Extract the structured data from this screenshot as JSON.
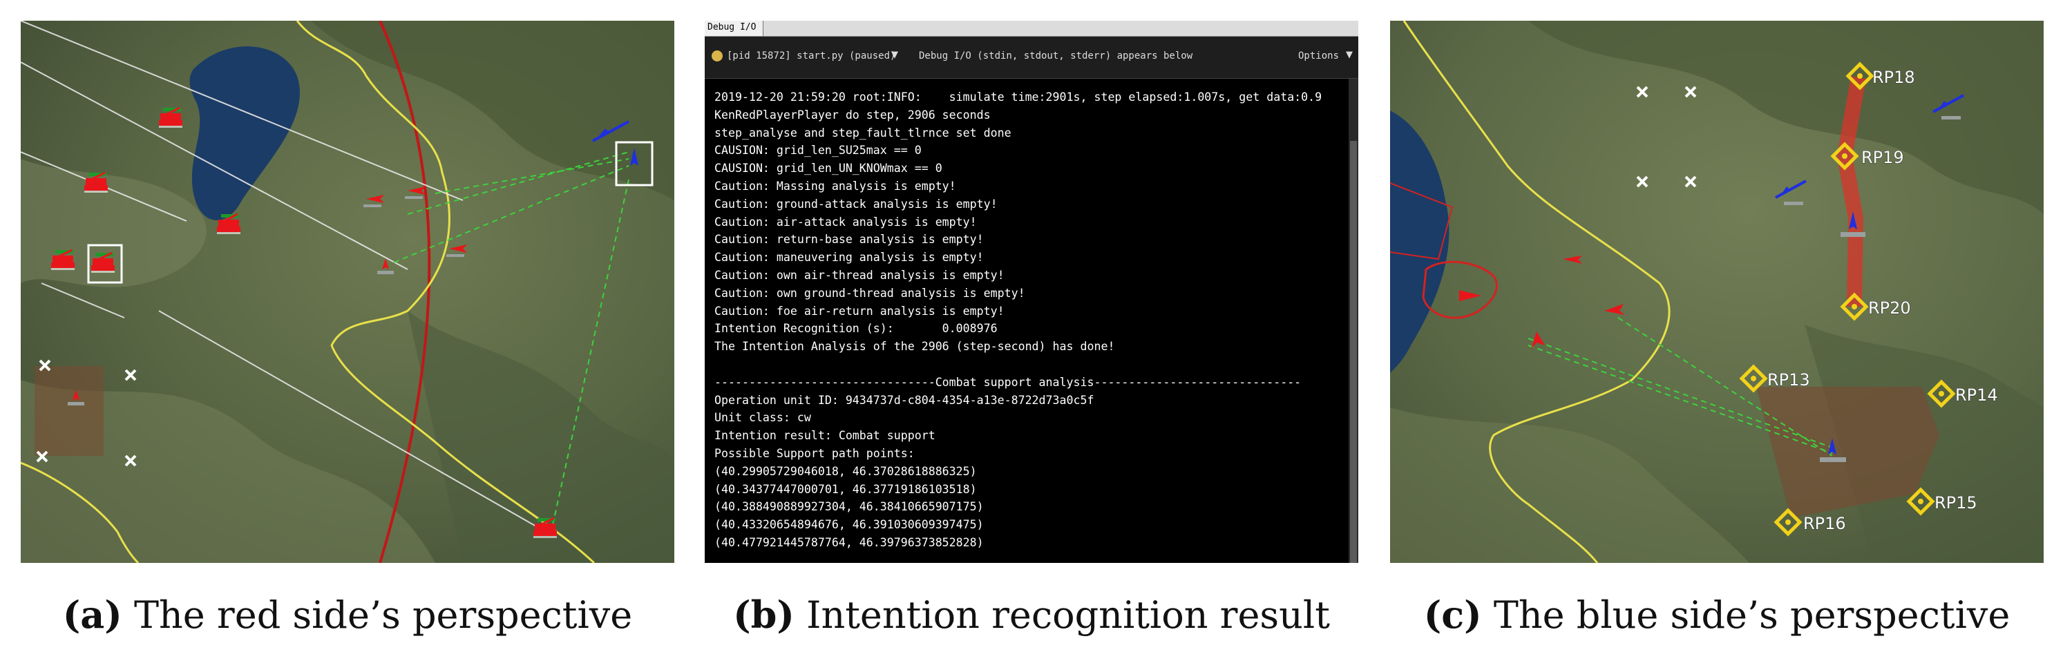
{
  "captions": [
    {
      "letter": "(a)",
      "text": "The red side’s perspective"
    },
    {
      "letter": "(b)",
      "text": "Intention recognition result"
    },
    {
      "letter": "(c)",
      "text": "The blue side’s perspective"
    }
  ],
  "debug_console": {
    "title": "Debug I/O",
    "process": "[pid 15872] start.py (paused)",
    "description": "Debug I/O (stdin, stdout, stderr) appears below",
    "options_label": "Options",
    "lines": [
      "2019-12-20 21:59:20 root:INFO:    simulate time:2901s, step elapsed:1.007s, get data:0.9",
      "KenRedPlayerPlayer do step, 2906 seconds",
      "step_analyse and step_fault_tlrnce set done",
      "CAUSION: grid_len_SU25max == 0",
      "CAUSION: grid_len_UN_KNOWmax == 0",
      "Caution: Massing analysis is empty!",
      "Caution: ground-attack analysis is empty!",
      "Caution: air-attack analysis is empty!",
      "Caution: return-base analysis is empty!",
      "Caution: maneuvering analysis is empty!",
      "Caution: own air-thread analysis is empty!",
      "Caution: own ground-thread analysis is empty!",
      "Caution: foe air-return analysis is empty!",
      "Intention Recognition (s):       0.008976",
      "The Intention Analysis of the 2906 (step-second) has done!",
      "",
      "--------------------------------Combat support analysis------------------------------",
      "Operation unit ID: 9434737d-c804-4354-a13e-8722d73a0c5f",
      "Unit class: cw",
      "Intention result: Combat support",
      "Possible Support path points:",
      "(40.29905729046018, 46.37028618886325)",
      "(40.34377447000701, 46.37719186103518)",
      "(40.388490889927304, 46.38410665907175)",
      "(40.43320654894676, 46.391030609397475)",
      "(40.477921445787764, 46.39796373852828)"
    ]
  },
  "blue_map": {
    "route_points": [
      "RP18",
      "RP19",
      "RP20",
      "RP13",
      "RP14",
      "RP15",
      "RP16"
    ]
  },
  "colors": {
    "red_unit": "#e8161a",
    "blue_unit": "#1e2fe0",
    "route_marker": "#f2d21a",
    "track_line": "#3ed13e",
    "boundary_yellow": "#e8e04a",
    "front_line": "#c01818"
  }
}
